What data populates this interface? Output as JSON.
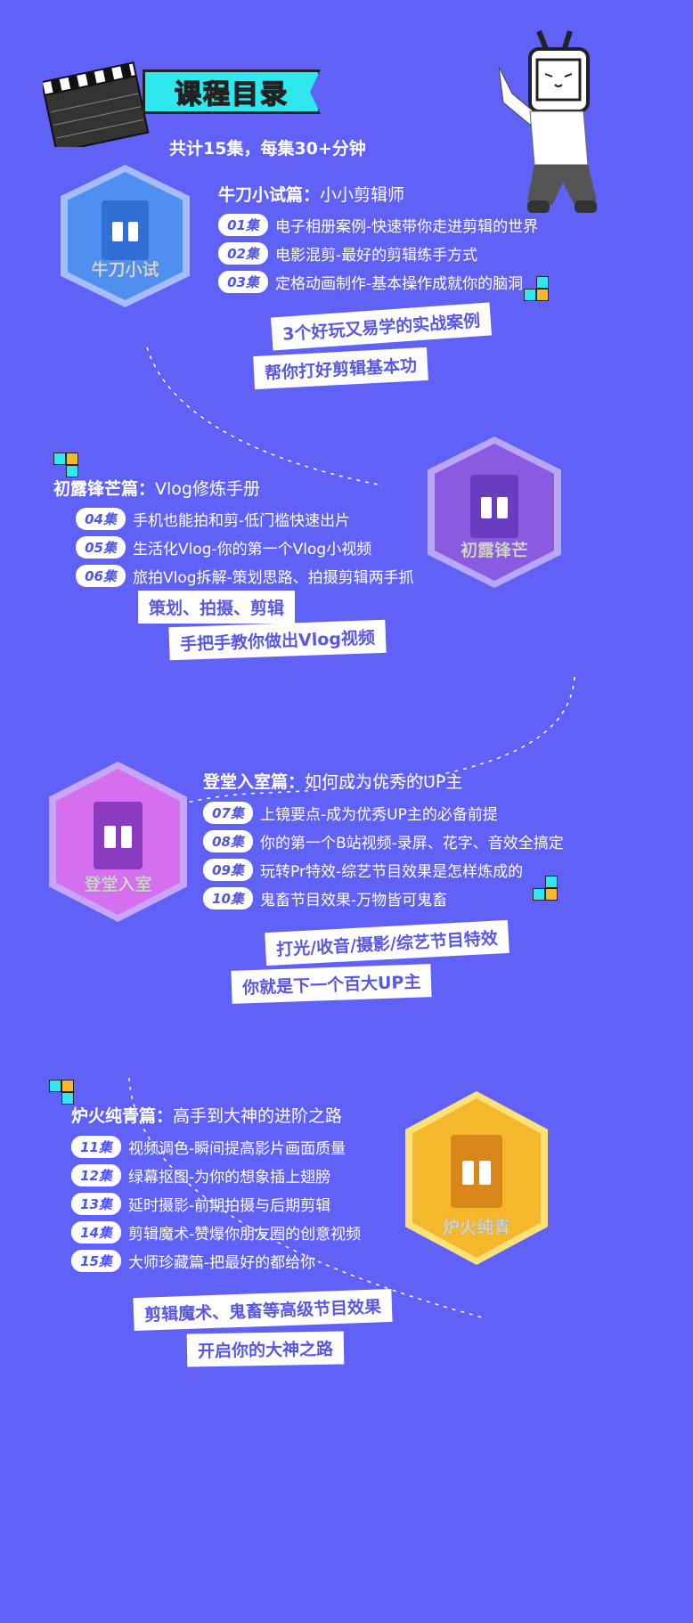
{
  "header": {
    "title": "课程目录",
    "subtitle": "共计15集，每集30+分钟"
  },
  "colors": {
    "background": "#6062f7",
    "banner": "#2fe8ee",
    "pill_text": "#5055e8",
    "badge1": "#4f8ff0",
    "badge2": "#8a5ae0",
    "badge3": "#d66ef0",
    "badge4": "#f5b82a"
  },
  "sections": [
    {
      "badge": "牛刀小试",
      "title_bold": "牛刀小试篇：",
      "title_rest": "小小剪辑师",
      "items": [
        {
          "num": "01集",
          "text": "电子相册案例-快速带你走进剪辑的世界"
        },
        {
          "num": "02集",
          "text": "电影混剪-最好的剪辑练手方式"
        },
        {
          "num": "03集",
          "text": "定格动画制作-基本操作成就你的脑洞"
        }
      ],
      "callouts": [
        "3个好玩又易学的实战案例",
        "帮你打好剪辑基本功"
      ]
    },
    {
      "badge": "初露锋芒",
      "title_bold": "初露锋芒篇：",
      "title_rest": "Vlog修炼手册",
      "items": [
        {
          "num": "04集",
          "text": "手机也能拍和剪-低门槛快速出片"
        },
        {
          "num": "05集",
          "text": "生活化Vlog-你的第一个Vlog小视频"
        },
        {
          "num": "06集",
          "text": "旅拍Vlog拆解-策划思路、拍摄剪辑两手抓"
        }
      ],
      "callouts": [
        "策划、拍摄、剪辑",
        "手把手教你做出Vlog视频"
      ]
    },
    {
      "badge": "登堂入室",
      "title_bold": "登堂入室篇：",
      "title_rest": "如何成为优秀的UP主",
      "items": [
        {
          "num": "07集",
          "text": "上镜要点-成为优秀UP主的必备前提"
        },
        {
          "num": "08集",
          "text": "你的第一个B站视频-录屏、花字、音效全搞定"
        },
        {
          "num": "09集",
          "text": "玩转Pr特效-综艺节目效果是怎样炼成的"
        },
        {
          "num": "10集",
          "text": "鬼畜节目效果-万物皆可鬼畜"
        }
      ],
      "callouts": [
        "打光/收音/摄影/综艺节目特效",
        "你就是下一个百大UP主"
      ]
    },
    {
      "badge": "炉火纯青",
      "title_bold": "炉火纯青篇：",
      "title_rest": "高手到大神的进阶之路",
      "items": [
        {
          "num": "11集",
          "text": "视频调色-瞬间提高影片画面质量"
        },
        {
          "num": "12集",
          "text": "绿幕抠图-为你的想象插上翅膀"
        },
        {
          "num": "13集",
          "text": "延时摄影-前期拍摄与后期剪辑"
        },
        {
          "num": "14集",
          "text": "剪辑魔术-赞爆你朋友圈的创意视频"
        },
        {
          "num": "15集",
          "text": "大师珍藏篇-把最好的都给你"
        }
      ],
      "callouts": [
        "剪辑魔术、鬼畜等高级节目效果",
        "开启你的大神之路"
      ]
    }
  ]
}
